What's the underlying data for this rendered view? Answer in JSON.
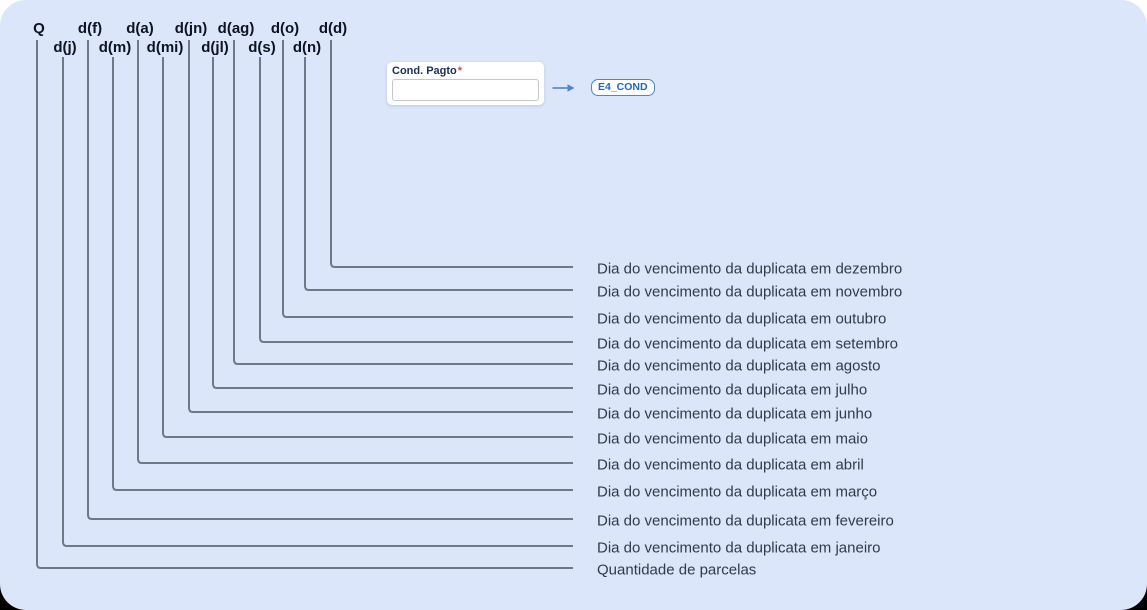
{
  "canvas": {
    "background_color": "#dbe6fa",
    "line_color": "#6e7987",
    "accent_color": "#4e86c8"
  },
  "field_card": {
    "label": "Cond. Pagto",
    "required_marker": "*",
    "input_value": "",
    "input_placeholder": ""
  },
  "mapping": {
    "arrow_icon": "right-arrow",
    "field_tag": "E4_COND"
  },
  "tokens": [
    {
      "label": "Q",
      "description": "Quantidade de parcelas"
    },
    {
      "label": "d(j)",
      "description": "Dia do vencimento da duplicata em janeiro"
    },
    {
      "label": "d(f)",
      "description": "Dia do vencimento da duplicata em fevereiro"
    },
    {
      "label": "d(m)",
      "description": "Dia do vencimento da duplicata em março"
    },
    {
      "label": "d(a)",
      "description": "Dia do vencimento da duplicata em abril"
    },
    {
      "label": "d(mi)",
      "description": "Dia do vencimento da duplicata em maio"
    },
    {
      "label": "d(jn)",
      "description": "Dia do vencimento da duplicata em junho"
    },
    {
      "label": "d(jl)",
      "description": "Dia do vencimento da duplicata em julho"
    },
    {
      "label": "d(ag)",
      "description": "Dia do vencimento da duplicata em agosto"
    },
    {
      "label": "d(s)",
      "description": "Dia do vencimento da duplicata em setembro"
    },
    {
      "label": "d(o)",
      "description": "Dia do vencimento da duplicata em outubro"
    },
    {
      "label": "d(n)",
      "description": "Dia do vencimento da duplicata em novembro"
    },
    {
      "label": "d(d)",
      "description": "Dia do vencimento da duplicata em dezembro"
    }
  ]
}
